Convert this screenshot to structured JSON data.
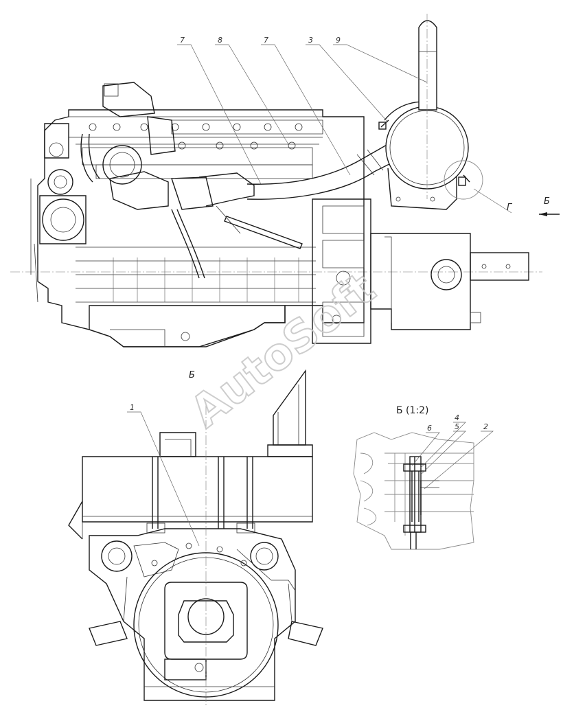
{
  "callouts": {
    "c7a": "7",
    "c8": "8",
    "c7b": "7",
    "c3": "3",
    "c9": "9",
    "c1": "1",
    "c6": "6",
    "c4": "4",
    "c5": "5",
    "c2": "2"
  },
  "view_labels": {
    "g": "Г",
    "b_arrow": "Б",
    "b_view": "Б",
    "detail": "Б (1:2)"
  },
  "watermark": "AutoSoft"
}
